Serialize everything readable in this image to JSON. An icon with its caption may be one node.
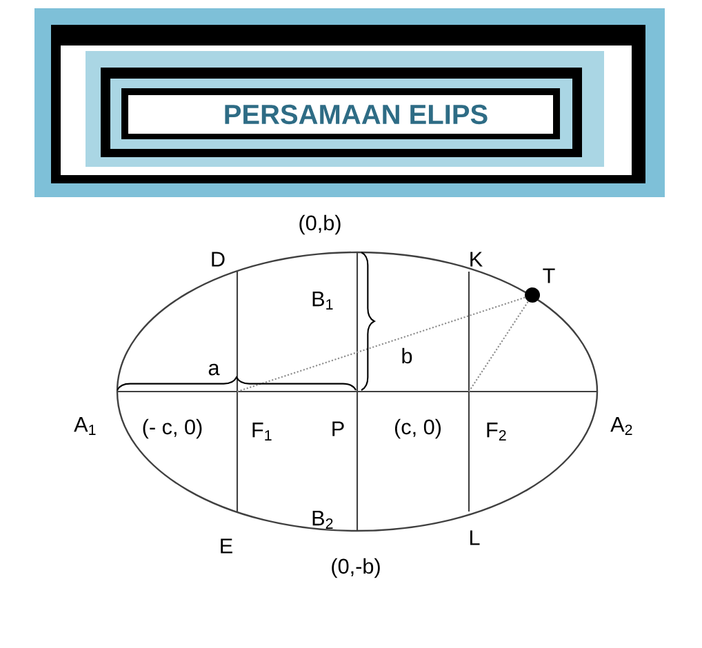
{
  "diagram": {
    "title": "PERSAMAAN ELIPS",
    "labels": [
      "(0,b)",
      "D",
      "K",
      "T",
      "B$_{1}$",
      "a",
      "b",
      "A$_{1}$",
      "(- c, 0)",
      "F$_{1}$",
      "P",
      "(c, 0)",
      "F$_{2}$",
      "A$_{2}$",
      "B$_{2}$",
      "E",
      "L",
      "(0,-b)"
    ]
  }
}
